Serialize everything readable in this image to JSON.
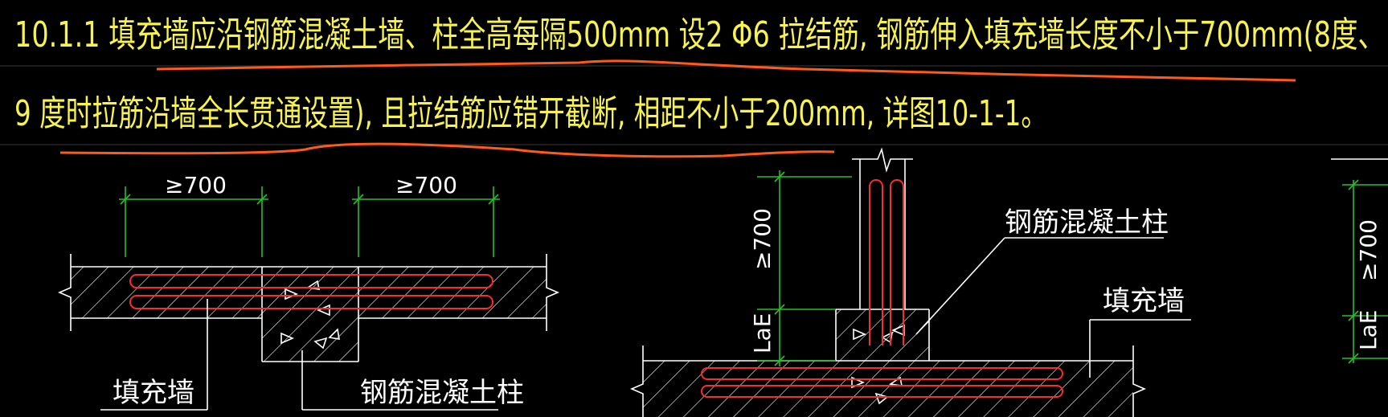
{
  "text": {
    "line1": "10.1.1   填充墙应沿钢筋混凝土墙、柱全高每隔500mm 设2 Φ6 拉结筋, 钢筋伸入填充墙长度不小于700mm(8度、",
    "line2": "9 度时拉筋沿墙全长贯通设置), 且拉结筋应错开截断, 相距不小于200mm, 详图10-1-1。"
  },
  "left_detail": {
    "dim_left": "≥700",
    "dim_right": "≥700",
    "label_wall": "填充墙",
    "label_column": "钢筋混凝土柱"
  },
  "right_detail": {
    "dim_upper": "≥700",
    "dim_lower": "LaE",
    "label_column": "钢筋混凝土柱",
    "label_wall": "填充墙"
  },
  "edge_detail": {
    "dim_upper": "≥700",
    "dim_lower": "LaE"
  },
  "colors": {
    "background": "#000000",
    "text_yellow": "#f5f252",
    "line_white": "#ffffff",
    "dim_green": "#22c422",
    "rebar_red": "#ff2a2a",
    "underline_orange": "#ff5a1a",
    "gridline": "#3a3a3a"
  }
}
